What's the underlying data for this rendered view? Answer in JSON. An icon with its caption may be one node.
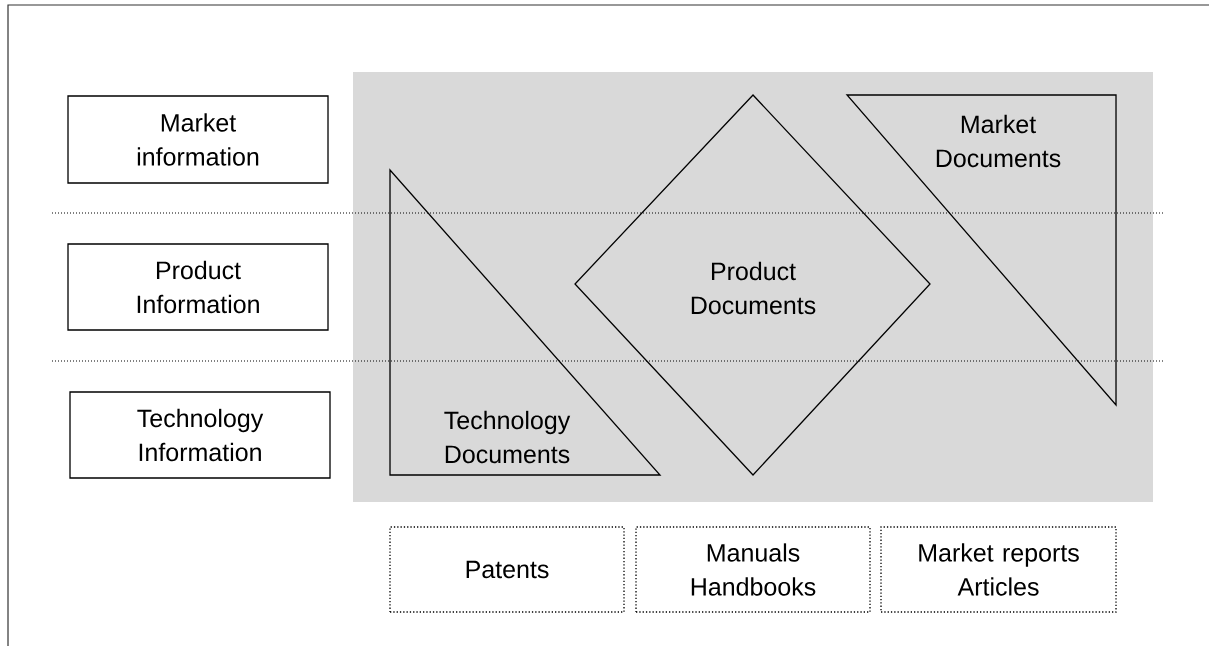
{
  "diagram": {
    "nodes": [
      {
        "text": [
          "Market information"
        ]
      },
      {
        "text": [
          "Product Information"
        ]
      },
      {
        "text": [
          "Technology Information"
        ]
      },
      {
        "text": [
          "Technology Documents"
        ]
      },
      {
        "text": [
          "Product Documents"
        ]
      },
      {
        "text": [
          "Market Documents"
        ]
      },
      {
        "text": [
          "Patents"
        ]
      },
      {
        "text": [
          "Manuals Handbooks"
        ]
      },
      {
        "text": [
          "Market reports Articles"
        ]
      }
    ]
  }
}
